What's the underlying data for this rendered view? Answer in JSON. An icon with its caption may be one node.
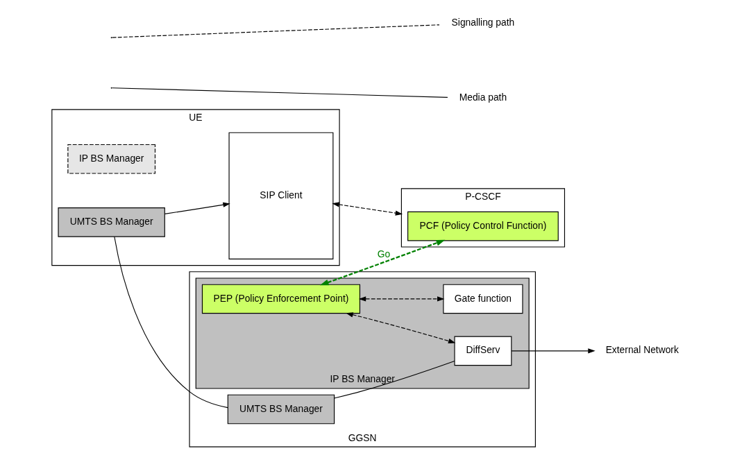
{
  "diagram": {
    "nodes": [
      {
        "text": [
          "UE"
        ]
      },
      {
        "text": [
          "SIP Client"
        ],
        "in": 0
      },
      {
        "text": [
          "IP BS Manager"
        ],
        "in": 0
      },
      {
        "text": [
          "UMTS BS Manager"
        ],
        "in": 0
      },
      {
        "text": [
          "GGSN"
        ]
      },
      {
        "text": [
          "IP BS Manager"
        ],
        "in": 4
      },
      {
        "text": [
          "PEP (Policy Enforcement Point)"
        ],
        "in": 5
      },
      {
        "text": [
          "DiffServ"
        ],
        "in": 5
      },
      {
        "text": [
          "Gate function"
        ],
        "in": 5
      },
      {
        "text": [
          "UMTS BS Manager"
        ],
        "in": 4
      },
      {
        "text": [
          "P-CSCF"
        ]
      },
      {
        "text": [
          "PCF (Policy Control Function)"
        ],
        "in": 10
      },
      {
        "text": [
          "External Network"
        ]
      }
    ],
    "edges": [
      {
        "from": 1,
        "to": 10,
        "arrow": "both",
        "style": "dashed"
      },
      {
        "from": 6,
        "to": 11,
        "arrow": "both",
        "style": "dashed",
        "color": "#008000",
        "label": "Go"
      },
      {
        "from": 6,
        "to": 7,
        "arrow": "both",
        "style": "dashed"
      },
      {
        "from": 6,
        "to": 8,
        "arrow": "both",
        "style": "dashed"
      },
      {
        "from": 3,
        "to": 1,
        "arrow": "to"
      },
      {
        "from": 3,
        "to": 9,
        "arrow": "none"
      },
      {
        "from": 9,
        "to": 7,
        "arrow": "none"
      },
      {
        "from": 7,
        "to": 12,
        "arrow": "to"
      }
    ],
    "legend": [
      {
        "text": "Signalling path"
      },
      {
        "text": "Media path"
      }
    ]
  }
}
